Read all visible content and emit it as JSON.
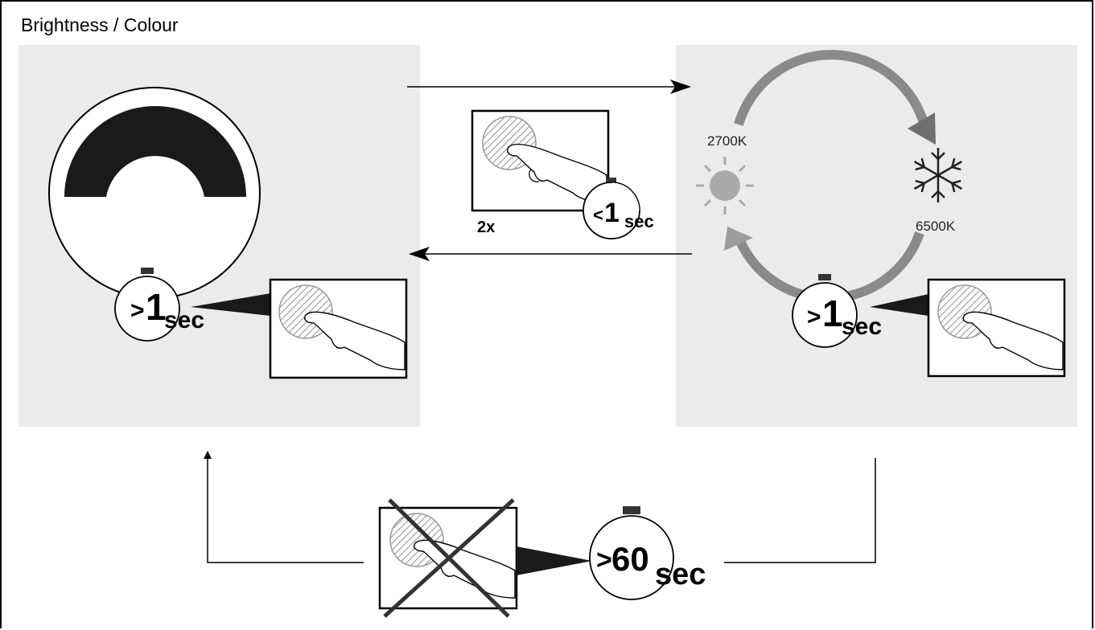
{
  "title": "Brightness / Colour",
  "taps": {
    "double_tap_count": "2x",
    "short_press": {
      "prefix": "<",
      "value": "1",
      "unit": "sec"
    },
    "long_press_brightness": {
      "prefix": ">",
      "value": "1",
      "unit": "sec"
    },
    "long_press_colour": {
      "prefix": ">",
      "value": "1",
      "unit": "sec"
    },
    "timeout": {
      "prefix": ">",
      "value": "60",
      "unit": "sec"
    }
  },
  "colour_temperature": {
    "warm_label": "2700K",
    "cool_label": "6500K"
  },
  "icons": {
    "warm": "sun-icon",
    "cool": "snowflake-icon",
    "touch": "finger-touch-icon",
    "timer": "stopwatch-icon"
  },
  "colors": {
    "panel": "#ebebeb",
    "arc": "#8a8a8a",
    "sun": "#aaaaaa"
  }
}
